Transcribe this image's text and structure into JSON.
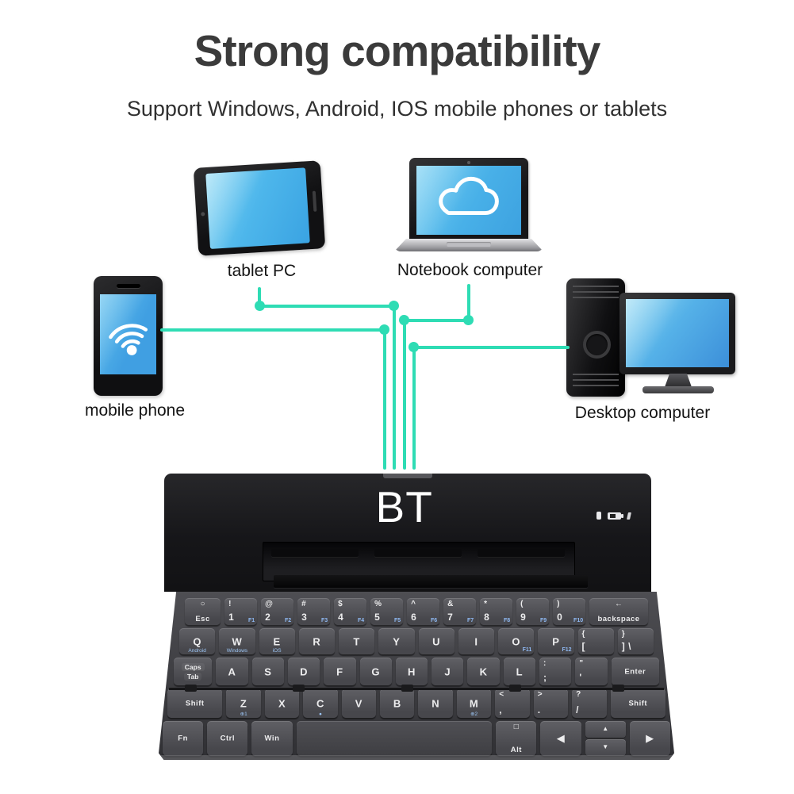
{
  "title": "Strong compatibility",
  "subtitle": "Support Windows, Android, IOS mobile phones or tablets",
  "accent_color": "#2edcb4",
  "screen_color": "#4db6eb",
  "devices": {
    "tablet": {
      "label": "tablet PC"
    },
    "notebook": {
      "label": "Notebook computer"
    },
    "mobile": {
      "label": "mobile phone"
    },
    "desktop": {
      "label": "Desktop computer"
    }
  },
  "keyboard": {
    "logo": "BT",
    "indicators": [
      "bluetooth-led",
      "battery-led",
      "charging-led"
    ],
    "rows": [
      [
        {
          "sym": "○",
          "m": "Esc",
          "w": 1.1,
          "small": true,
          "csym": true,
          "name": "key-esc"
        },
        {
          "sym": "!",
          "m": "1",
          "fn": "F1",
          "corner": true,
          "name": "key-1"
        },
        {
          "sym": "@",
          "m": "2",
          "fn": "F2",
          "corner": true,
          "name": "key-2"
        },
        {
          "sym": "#",
          "m": "3",
          "fn": "F3",
          "corner": true,
          "name": "key-3"
        },
        {
          "sym": "$",
          "m": "4",
          "fn": "F4",
          "corner": true,
          "name": "key-4"
        },
        {
          "sym": "%",
          "m": "5",
          "fn": "F5",
          "corner": true,
          "name": "key-5"
        },
        {
          "sym": "^",
          "m": "6",
          "fn": "F6",
          "corner": true,
          "name": "key-6"
        },
        {
          "sym": "&",
          "m": "7",
          "fn": "F7",
          "corner": true,
          "name": "key-7"
        },
        {
          "sym": "*",
          "m": "8",
          "fn": "F8",
          "corner": true,
          "name": "key-8"
        },
        {
          "sym": "(",
          "m": "9",
          "fn": "F9",
          "corner": true,
          "name": "key-9"
        },
        {
          "sym": ")",
          "m": "0",
          "fn": "F10",
          "corner": true,
          "name": "key-0"
        },
        {
          "sym": "←",
          "m": "backspace",
          "w": 1.8,
          "small": true,
          "csym": true,
          "name": "key-backspace"
        }
      ],
      [
        {
          "m": "Q",
          "s": "Android",
          "name": "key-q"
        },
        {
          "m": "W",
          "s": "Windows",
          "name": "key-w"
        },
        {
          "m": "E",
          "s": "iOS",
          "name": "key-e"
        },
        {
          "m": "R",
          "name": "key-r"
        },
        {
          "m": "T",
          "name": "key-t"
        },
        {
          "m": "Y",
          "name": "key-y"
        },
        {
          "m": "U",
          "name": "key-u"
        },
        {
          "m": "I",
          "name": "key-i"
        },
        {
          "m": "O",
          "fn": "F11",
          "name": "key-o"
        },
        {
          "m": "P",
          "fn": "F12",
          "name": "key-p"
        },
        {
          "sym": "{",
          "m": "[",
          "corner": true,
          "name": "key-bracket-open"
        },
        {
          "sym": "}",
          "m": "] \\",
          "corner": true,
          "name": "key-bracket-close"
        }
      ],
      [
        {
          "m2": [
            "Caps",
            "Tab"
          ],
          "w": 1.2,
          "name": "key-caps-tab"
        },
        {
          "m": "A",
          "name": "key-a"
        },
        {
          "m": "S",
          "name": "key-s"
        },
        {
          "m": "D",
          "name": "key-d"
        },
        {
          "m": "F",
          "name": "key-f"
        },
        {
          "m": "G",
          "name": "key-g"
        },
        {
          "m": "H",
          "name": "key-h"
        },
        {
          "m": "J",
          "name": "key-j"
        },
        {
          "m": "K",
          "name": "key-k"
        },
        {
          "m": "L",
          "name": "key-l"
        },
        {
          "sym": ":",
          "m": ";",
          "corner": true,
          "name": "key-semicolon"
        },
        {
          "sym": "\"",
          "m": "'",
          "corner": true,
          "name": "key-quote"
        },
        {
          "m": "Enter",
          "w": 1.5,
          "small": true,
          "name": "key-enter"
        }
      ],
      [
        {
          "m": "Shift",
          "w": 1.6,
          "small": true,
          "name": "key-shift-left"
        },
        {
          "m": "Z",
          "s": "⊕1",
          "name": "key-z"
        },
        {
          "m": "X",
          "name": "key-x"
        },
        {
          "m": "C",
          "s": "●",
          "name": "key-c"
        },
        {
          "m": "V",
          "name": "key-v"
        },
        {
          "m": "B",
          "name": "key-b"
        },
        {
          "m": "N",
          "name": "key-n"
        },
        {
          "m": "M",
          "s": "⊕2",
          "name": "key-m"
        },
        {
          "sym": "<",
          "m": ",",
          "corner": true,
          "name": "key-comma"
        },
        {
          "sym": ">",
          "m": ".",
          "corner": true,
          "name": "key-period"
        },
        {
          "sym": "?",
          "m": "/",
          "corner": true,
          "name": "key-slash"
        },
        {
          "m": "Shift",
          "w": 1.6,
          "small": true,
          "name": "key-shift-right"
        }
      ],
      [
        {
          "m": "Fn",
          "w": 1.1,
          "small": true,
          "name": "key-fn"
        },
        {
          "m": "Ctrl",
          "w": 1.1,
          "small": true,
          "name": "key-ctrl"
        },
        {
          "m": "Win",
          "w": 1.1,
          "small": true,
          "name": "key-win"
        },
        {
          "m": "",
          "w": 5.3,
          "space": true,
          "name": "key-space"
        },
        {
          "sym": "□",
          "m": "Alt",
          "w": 1.1,
          "small": true,
          "csym": true,
          "name": "key-alt"
        },
        {
          "m": "◀",
          "w": 1.1,
          "name": "key-arrow-left"
        },
        {
          "ud": [
            "▲",
            "▼"
          ],
          "w": 1.1,
          "name": "key-arrow-up-down"
        },
        {
          "m": "▶",
          "w": 1.1,
          "name": "key-arrow-right"
        }
      ]
    ]
  }
}
